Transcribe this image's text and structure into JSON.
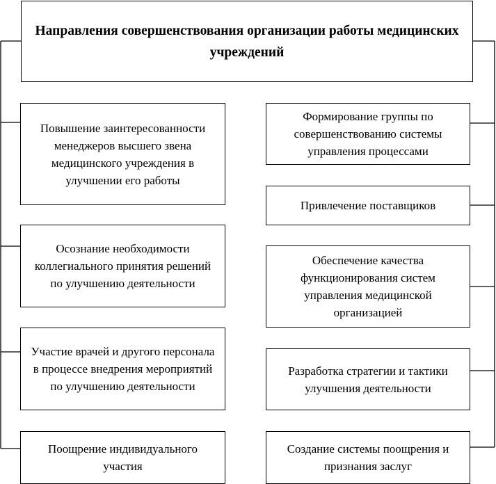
{
  "header": {
    "title": "Направления совершенствования организации работы медицинских учреждений"
  },
  "left_items": [
    {
      "label": "Повышение заинтересованности менеджеров высшего звена медицинского учреждения в улучшении его работы"
    },
    {
      "label": "Осознание необходимости коллегиального принятия решений по улучшению деятельности"
    },
    {
      "label": "Участие врачей и другого персонала в процессе внедрения мероприятий по улучшению деятельности"
    },
    {
      "label": "Поощрение индивидуального участия"
    }
  ],
  "right_items": [
    {
      "label": "Формирование группы по совершенствованию системы управления процессами"
    },
    {
      "label": "Привлечение поставщиков"
    },
    {
      "label": "Обеспечение качества функционирования систем управления медицинской организацией"
    },
    {
      "label": "Разработка стратегии и тактики улучшения деятельности"
    },
    {
      "label": "Создание системы поощрения и признания заслуг"
    }
  ]
}
